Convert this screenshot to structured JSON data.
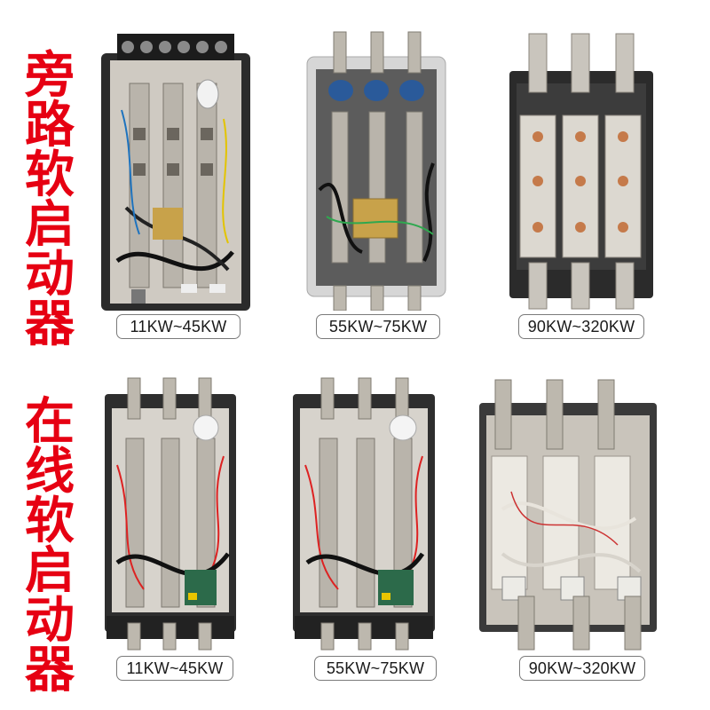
{
  "rows": [
    {
      "title_chars": [
        "旁",
        "路",
        "软",
        "启",
        "动",
        "器"
      ],
      "models": [
        {
          "caption": "11KW~45KW"
        },
        {
          "caption": "55KW~75KW"
        },
        {
          "caption": "90KW~320KW"
        }
      ]
    },
    {
      "title_chars": [
        "在",
        "线",
        "软",
        "启",
        "动",
        "器"
      ],
      "models": [
        {
          "caption": "11KW~45KW"
        },
        {
          "caption": "55KW~75KW"
        },
        {
          "caption": "90KW~320KW"
        }
      ]
    }
  ],
  "colors": {
    "title_red": "#e60012",
    "housing_black": "#2b2b2b",
    "housing_grey": "#d6d6d6",
    "busbar_metal": "#b9b4ab",
    "copper": "#c57a4a",
    "caption_border": "#7a7a7a"
  }
}
